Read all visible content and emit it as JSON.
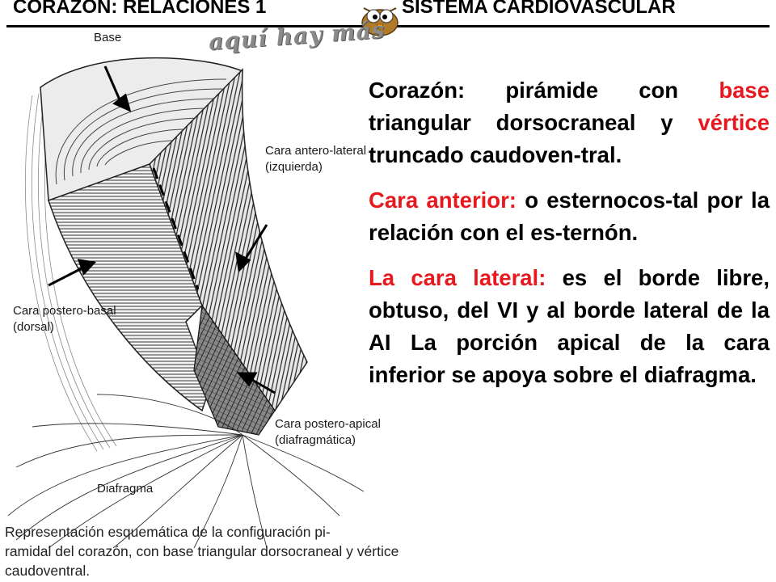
{
  "header": {
    "left": "CORAZÓN: RELACIONES 1",
    "right": "SISTEMA CARDIOVASCULAR"
  },
  "watermark": {
    "text": "aquí hay más",
    "mascot_icon": "bird-mascot-icon"
  },
  "figure": {
    "labels": {
      "base": "Base",
      "anterolateral_1": "Cara antero-lateral",
      "anterolateral_2": "(izquierda)",
      "posterobasal_1": "Cara postero-basal",
      "posterobasal_2": "(dorsal)",
      "posteroapical_1": "Cara postero-apical",
      "posteroapical_2": "(diafragmática)",
      "diafragma": "Diafragma"
    },
    "caption_lines": [
      "Representación esquemática de la configuración pi-",
      "ramidal del corazón, con base triangular dorsocraneal y vértice",
      "caudoventral."
    ]
  },
  "text": {
    "p1": {
      "a": "Corazón:  pirámide con ",
      "b": "base",
      "c": " triangular dorsocraneal y ",
      "d": "vértice",
      "e": " truncado caudoven-tral."
    },
    "p2": {
      "a": "Cara anterior:",
      "b": " o esternocos-tal por la relación con el es-ternón."
    },
    "p3": {
      "a": "La cara lateral:",
      "b": " es el borde libre, obtuso, del VI y al borde lateral de la AI La porción apical de la cara inferior se apoya sobre el diafragma."
    }
  },
  "colors": {
    "accent_red": "#e8191e",
    "text": "#000000"
  }
}
